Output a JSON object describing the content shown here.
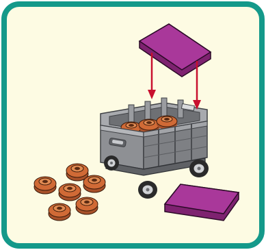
{
  "instruction_step": {
    "content": "lego-build-step",
    "colors": {
      "border": "#14998a",
      "background": "#fdfbe3",
      "cart_gray": "#8e9094",
      "cart_gray_light": "#a8aaae",
      "cart_gray_dark": "#5f6165",
      "tile_purple": "#9c2f8b",
      "tile_purple_top": "#a9389a",
      "stud_orange": "#d06a36",
      "stud_dark": "#5a2a12",
      "arrow_red": "#c8102e",
      "wheel_black": "#2a2a2a"
    },
    "parts": {
      "loose_studs_count": 6,
      "studs_in_cart_count": 3,
      "purple_tiles_count": 2
    }
  }
}
